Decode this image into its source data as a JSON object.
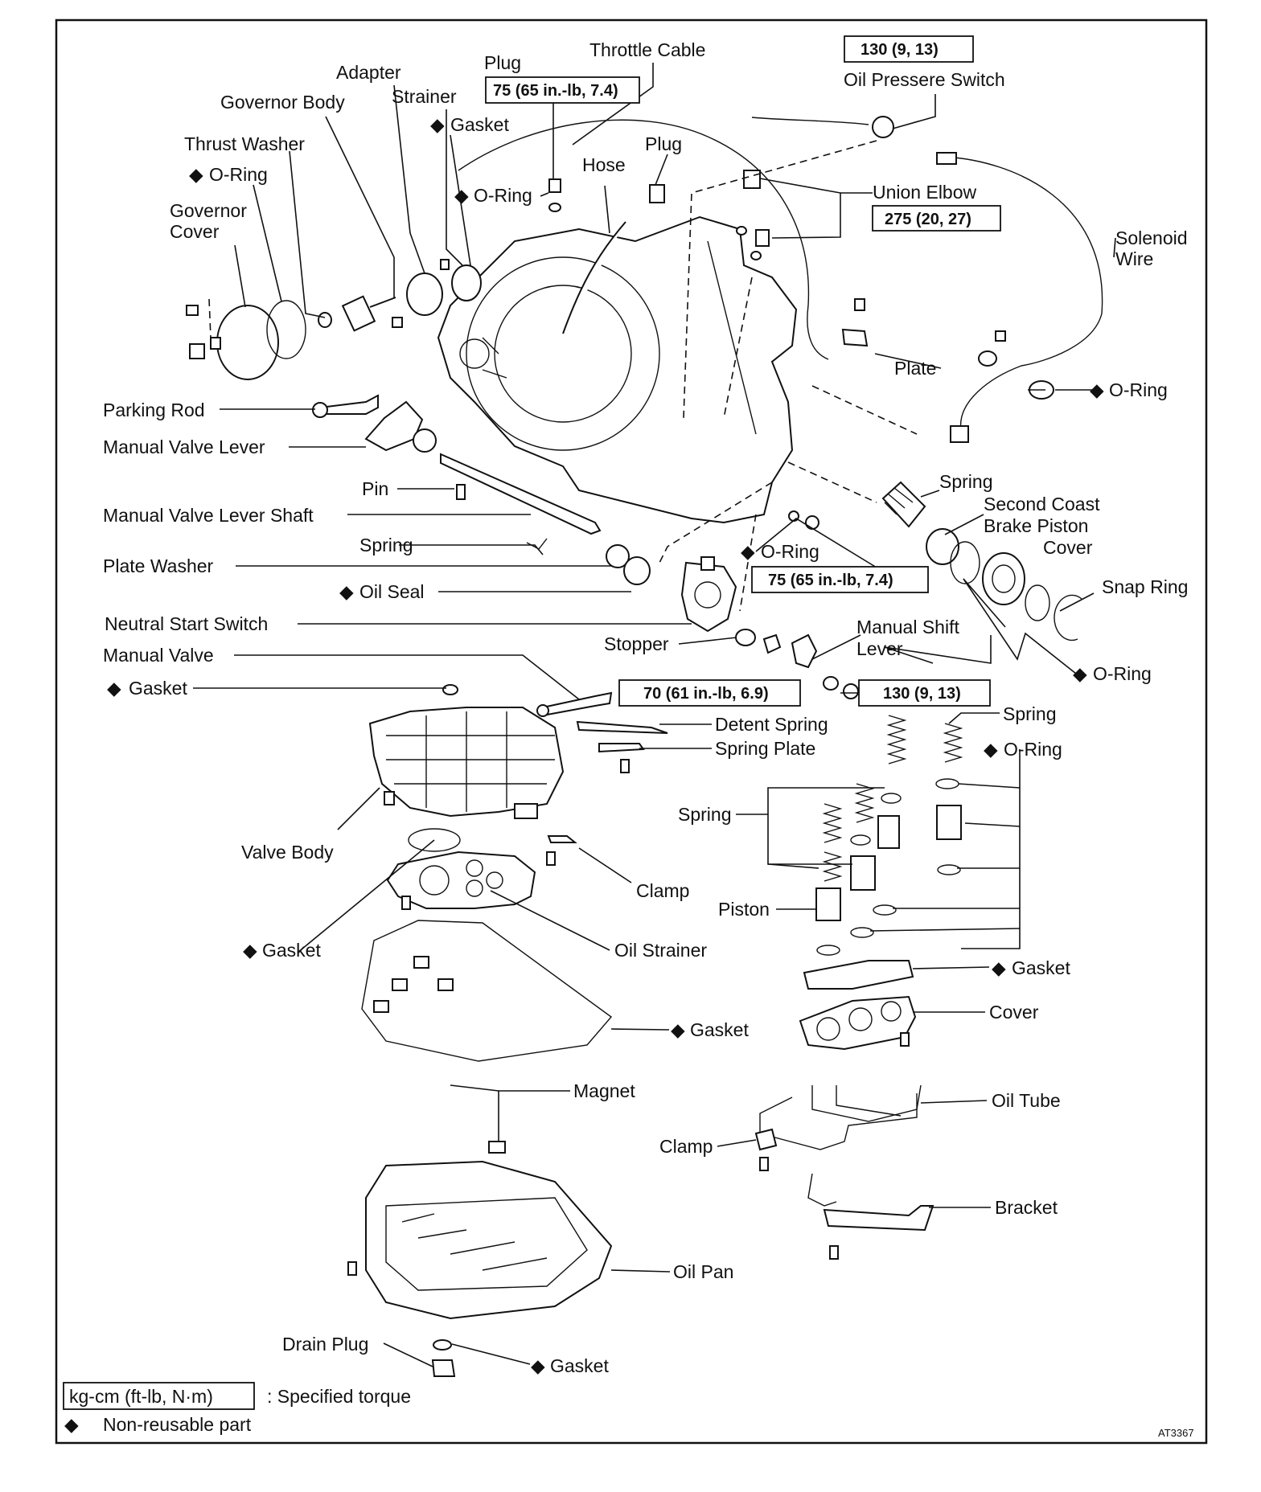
{
  "labels": {
    "throttle_cable": "Throttle Cable",
    "plug_top": "Plug",
    "adapter": "Adapter",
    "governor_body": "Governor Body",
    "strainer": "Strainer",
    "gasket_top": "Gasket",
    "thrust_washer": "Thrust Washer",
    "o_ring_governor": "O-Ring",
    "governor_cover_1": "Governor",
    "governor_cover_2": "Cover",
    "o_ring_plug": "O-Ring",
    "hose": "Hose",
    "plug_hose": "Plug",
    "oil_pressure_switch": "Oil Pressere Switch",
    "union_elbow": "Union Elbow",
    "solenoid_wire_1": "Solenoid",
    "solenoid_wire_2": "Wire",
    "plate": "Plate",
    "o_ring_solenoid": "O-Ring",
    "parking_rod": "Parking Rod",
    "manual_valve_lever": "Manual Valve Lever",
    "pin": "Pin",
    "manual_valve_lever_shaft": "Manual Valve Lever Shaft",
    "spring_shaft": "Spring",
    "plate_washer": "Plate Washer",
    "oil_seal": "Oil Seal",
    "neutral_start_switch": "Neutral Start Switch",
    "manual_valve": "Manual Valve",
    "gasket_valve": "Gasket",
    "spring_brake": "Spring",
    "second_coast_1": "Second Coast",
    "second_coast_2": "Brake Piston",
    "second_coast_3": "Cover",
    "o_ring_nss": "O-Ring",
    "snap_ring": "Snap Ring",
    "o_ring_brake": "O-Ring",
    "stopper": "Stopper",
    "manual_shift_lever_1": "Manual Shift",
    "manual_shift_lever_2": "Lever",
    "detent_spring": "Detent Spring",
    "spring_plate": "Spring Plate",
    "spring_accum_top": "Spring",
    "o_ring_accum": "O-Ring",
    "spring_accum_left": "Spring",
    "valve_body": "Valve Body",
    "clamp_valve": "Clamp",
    "piston": "Piston",
    "gasket_strainer": "Gasket",
    "oil_strainer": "Oil Strainer",
    "gasket_accum": "Gasket",
    "cover_accum": "Cover",
    "gasket_pan": "Gasket",
    "magnet": "Magnet",
    "oil_tube": "Oil Tube",
    "clamp_tube": "Clamp",
    "bracket": "Bracket",
    "oil_pan": "Oil Pan",
    "drain_plug": "Drain Plug",
    "gasket_drain": "Gasket"
  },
  "torque": {
    "plug": "75 (65 in.-lb, 7.4)",
    "oil_pressure_switch": "130 (9, 13)",
    "union_elbow": "275 (20, 27)",
    "neutral_start_switch": "75 (65 in.-lb, 7.4)",
    "manual_shift_nut": "70 (61 in.-lb, 6.9)",
    "manual_shift_bolt": "130 (9, 13)"
  },
  "legend": {
    "torque_box": "kg-cm (ft-lb, N·m)",
    "torque_desc": ":  Specified torque",
    "diamond_desc": "Non-reusable part"
  },
  "figure_code": "AT3367",
  "colors": {
    "ink": "#111111",
    "paper": "#ffffff"
  }
}
